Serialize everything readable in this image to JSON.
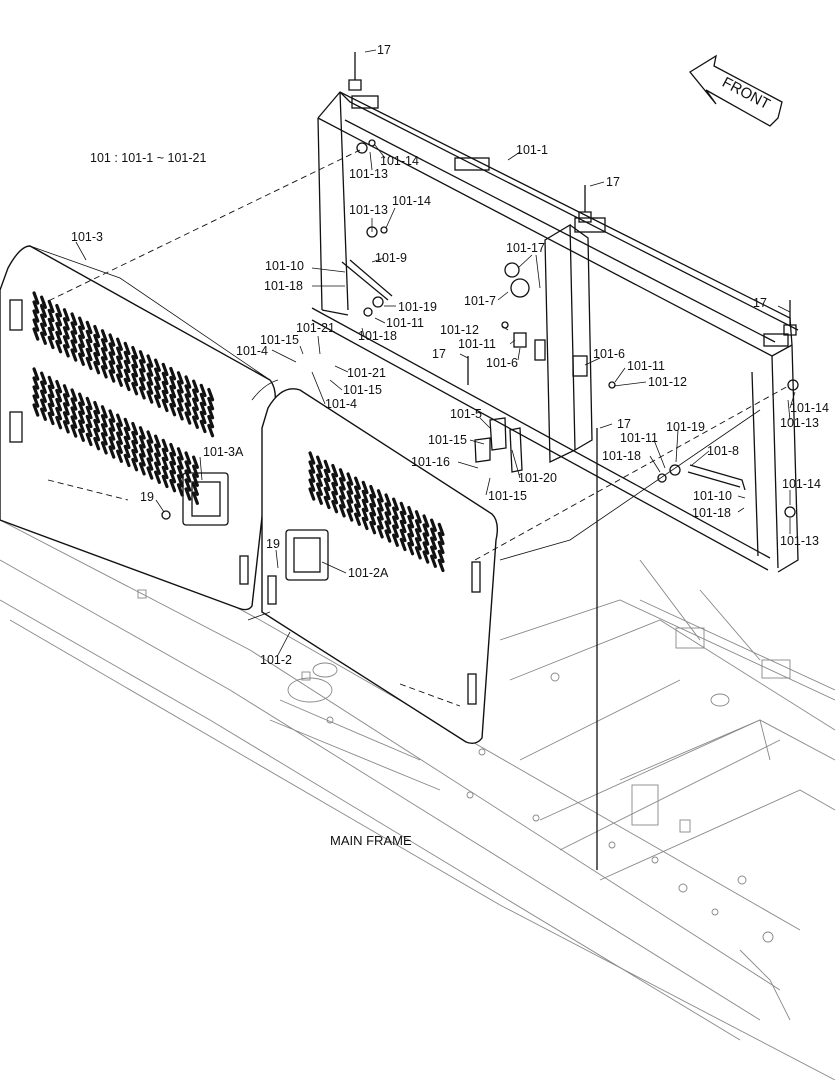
{
  "diagram": {
    "scope_note": "101 : 101-1 ~ 101-21",
    "front_label": "FRONT",
    "main_frame_label": "MAIN FRAME",
    "labels": {
      "l17a": "17",
      "l17b": "17",
      "l17c": "17",
      "l17d": "17",
      "l17e": "17",
      "l1011": "101-1",
      "l1013": "101-3",
      "l10113a": "101-13",
      "l10114a": "101-14",
      "l10113b": "101-13",
      "l10114b": "101-14",
      "l10110a": "101-10",
      "l1019": "101-9",
      "l10118a": "101-18",
      "l10119a": "101-19",
      "l10111a": "101-11",
      "l10118b": "101-18",
      "l10117": "101-17",
      "l1017": "101-7",
      "l10112a": "101-12",
      "l10111b": "101-11",
      "l1016a": "101-6",
      "l1016b": "101-6",
      "l10111c": "101-11",
      "l10112b": "101-12",
      "l10115a": "101-15",
      "l10121a": "101-21",
      "l1014a": "101-4",
      "l10121b": "101-21",
      "l10115b": "101-15",
      "l1014b": "101-4",
      "l1015": "101-5",
      "l10115c": "101-15",
      "l10116": "101-16",
      "l10120": "101-20",
      "l10115d": "101-15",
      "l10111d": "101-11",
      "l10119b": "101-19",
      "l1018": "101-8",
      "l10118c": "101-18",
      "l10110b": "101-10",
      "l10118d": "101-18",
      "l10114c": "101-14",
      "l10113c": "101-13",
      "l10114d": "101-14",
      "l10113d": "101-13",
      "l1013A": "101-3A",
      "l19a": "19",
      "l19b": "19",
      "l1012A": "101-2A",
      "l1012": "101-2"
    }
  }
}
